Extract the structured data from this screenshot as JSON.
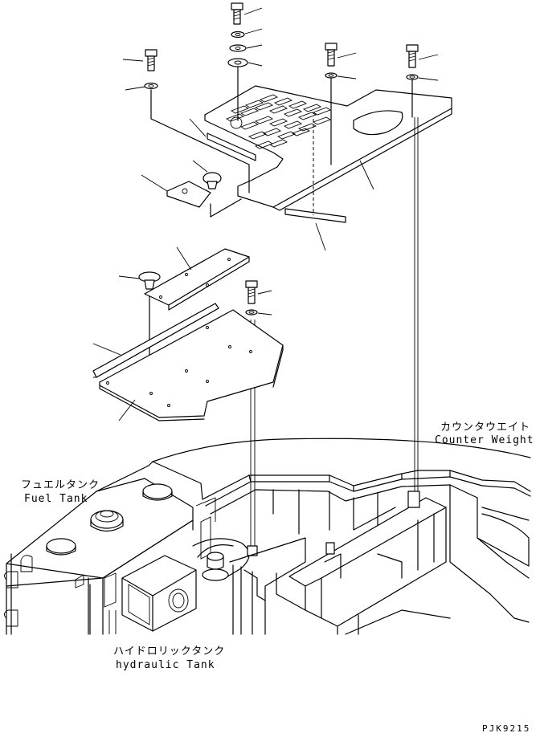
{
  "labels": {
    "counterweight_jp": "カウンタウエイト",
    "counterweight_en": "Counter Weight",
    "fueltank_jp": "フュエルタンク",
    "fueltank_en": "Fuel Tank",
    "hydraulic_jp": "ハイドロリックタンク",
    "hydraulic_en": "hydraulic Tank",
    "drawing_code": "PJK9215"
  }
}
